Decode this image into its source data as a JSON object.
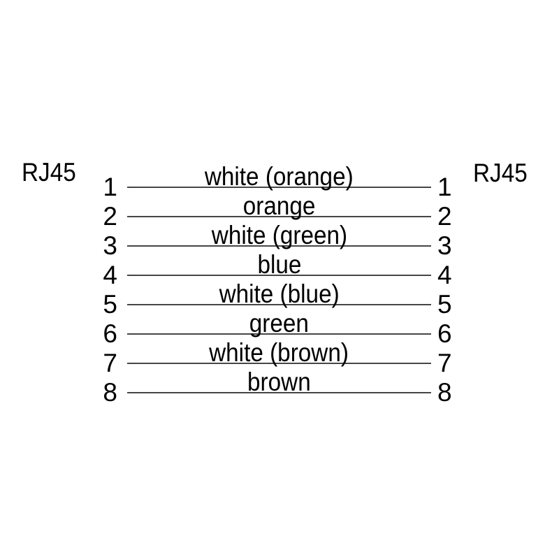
{
  "diagram": {
    "left_connector": {
      "label": "RJ45"
    },
    "right_connector": {
      "label": "RJ45"
    },
    "wires": [
      {
        "left_pin": "1",
        "right_pin": "1",
        "label": "white (orange)"
      },
      {
        "left_pin": "2",
        "right_pin": "2",
        "label": "orange"
      },
      {
        "left_pin": "3",
        "right_pin": "3",
        "label": "white (green)"
      },
      {
        "left_pin": "4",
        "right_pin": "4",
        "label": "blue"
      },
      {
        "left_pin": "5",
        "right_pin": "5",
        "label": "white (blue)"
      },
      {
        "left_pin": "6",
        "right_pin": "6",
        "label": "green"
      },
      {
        "left_pin": "7",
        "right_pin": "7",
        "label": "white (brown)"
      },
      {
        "left_pin": "8",
        "right_pin": "8",
        "label": "brown"
      }
    ],
    "colors": {
      "background": "#ffffff",
      "text": "#000000",
      "wire_line": "#464646"
    }
  }
}
